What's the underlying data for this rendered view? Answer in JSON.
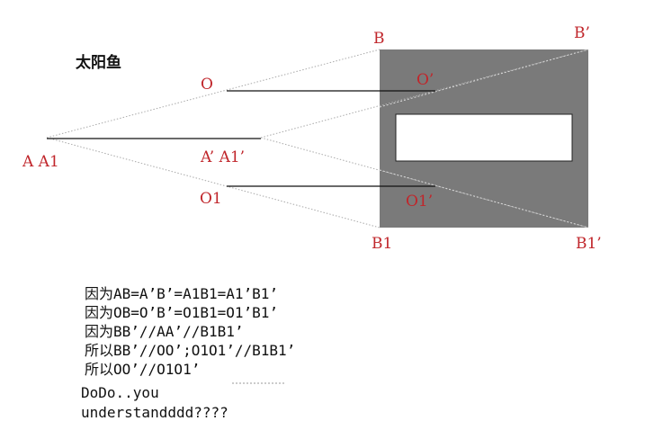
{
  "title": "太阳鱼",
  "labels": {
    "B": "B",
    "B_prime": "B’",
    "O": "O",
    "O_prime": "O’",
    "A_A1": "A A1",
    "A_prime_A1_prime": "A’ A1’",
    "O1": "O1",
    "O1_prime": "O1’",
    "B1": "B1",
    "B1_prime": "B1’"
  },
  "proof_lines": [
    "因为AB=A’B’=A1B1=A1’B1’",
    "因为OB=O’B’=O1B1=O1’B1’",
    "因为BB’//AA’//B1B1’",
    "所以BB’//OO’;O1O1’//B1B1’",
    "所以OO’//O1O1’"
  ],
  "footer_lines": [
    "DoDo..you",
    "understandddd????"
  ],
  "colors": {
    "label_red": "#c0262b",
    "box_gray": "#7a7a7a",
    "ray_gray": "#aaaaaa",
    "ink": "#111111"
  }
}
